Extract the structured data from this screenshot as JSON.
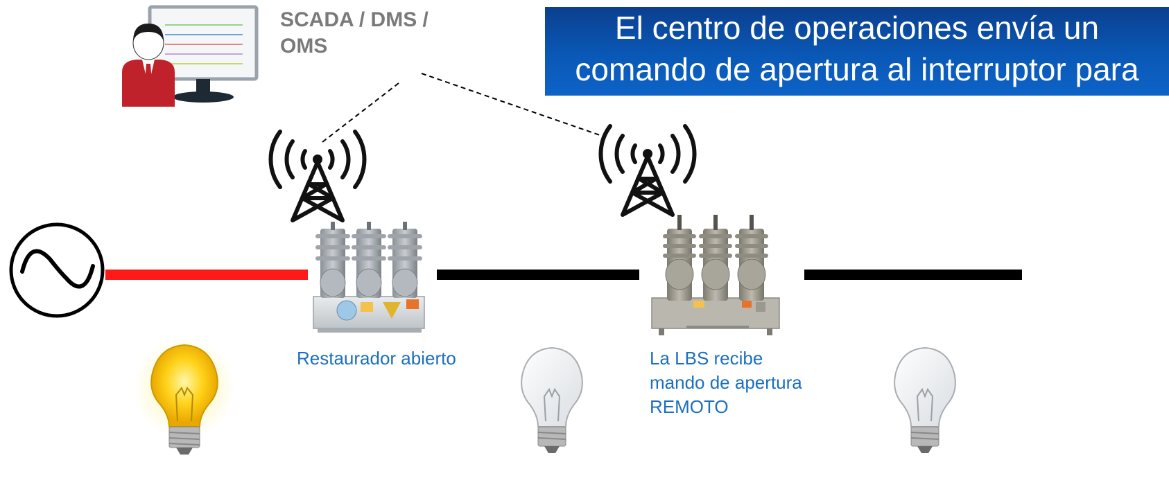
{
  "scada": {
    "label": "SCADA / DMS / OMS"
  },
  "banner": {
    "line1": "El centro de operaciones envía un",
    "line2": "comando de apertura al interruptor para"
  },
  "recloser": {
    "caption": "Restaurador abierto"
  },
  "lbs": {
    "caption_line1": "La LBS recibe",
    "caption_line2": "mando de apertura",
    "caption_line3": "REMOTO"
  },
  "colors": {
    "energized_line": "#ff1a1a",
    "deenergized_line": "#000000",
    "caption": "#1a6fc0",
    "banner_top": "#0b3f8f",
    "banner_bottom": "#0d63c7",
    "lamp_on": "#ffd21a",
    "lamp_off": "#eef0f2"
  },
  "icons": {
    "operator": "operator-workstation-icon",
    "antenna": "radio-tower-icon",
    "source": "ac-source-icon",
    "lamp": "light-bulb-icon"
  }
}
